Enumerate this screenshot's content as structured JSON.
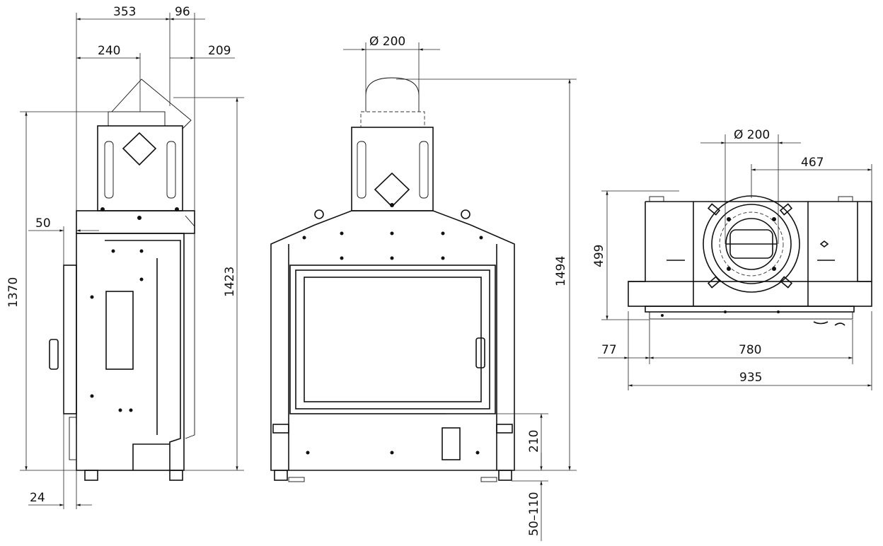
{
  "side_view": {
    "dim_top_width": "353",
    "dim_top_offset": "96",
    "dim_flue_offset": "240",
    "dim_rear_offset": "209",
    "dim_door_offset": "50",
    "dim_height_body": "1370",
    "dim_height_total": "1423",
    "dim_door_bottom": "24"
  },
  "front_view": {
    "dim_flue_diameter": "Ø 200",
    "dim_height_total": "1494",
    "dim_base_height": "210",
    "dim_feet_range": "50–110"
  },
  "top_view": {
    "dim_flue_diameter": "Ø 200",
    "dim_flue_offset": "467",
    "dim_depth": "499",
    "dim_side_offset": "77",
    "dim_inner_width": "780",
    "dim_total_width": "935"
  }
}
